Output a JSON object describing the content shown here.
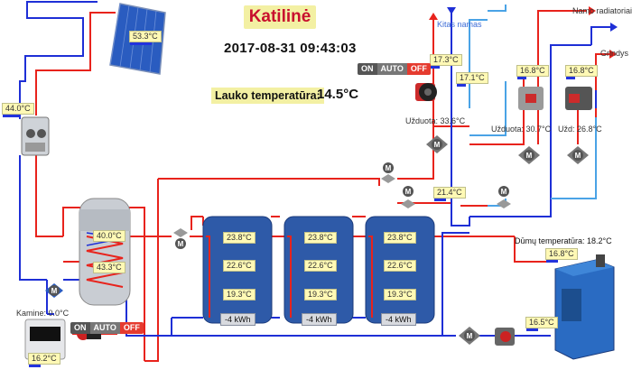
{
  "header": {
    "title": "Katilinė",
    "datetime": "2017-08-31 09:43:03",
    "outside_label": "Lauko temperatūra:",
    "outside_value": "14.5°C"
  },
  "solar": {
    "panel_temp": "53.3°C",
    "return_temp": "44.0°C"
  },
  "circuits": {
    "kitas_namas": {
      "label": "Kitas namas",
      "temp_supply": "17.3°C",
      "temp_return": "17.1°C",
      "setpoint": "Užduota: 33.6°C"
    },
    "radiatoriai": {
      "label": "Namo radiatoriai",
      "temp": "16.8°C",
      "setpoint": "Užduota: 30.7°C"
    },
    "grindys": {
      "label": "Grindys",
      "temp": "16.8°C",
      "setpoint": "Užd: 26.8°C"
    }
  },
  "mixer_temp": "21.4°C",
  "boiler": {
    "top_temp": "40.0°C",
    "bottom_temp": "43.3°C"
  },
  "tanks": [
    {
      "t1": "23.8°C",
      "t2": "22.6°C",
      "t3": "19.3°C",
      "energy": "-4 kWh"
    },
    {
      "t1": "23.8°C",
      "t2": "22.6°C",
      "t3": "19.3°C",
      "energy": "-4 kWh"
    },
    {
      "t1": "23.8°C",
      "t2": "22.6°C",
      "t3": "19.3°C",
      "energy": "-4 kWh"
    }
  ],
  "furnace": {
    "flue_label": "Dūmų temperatūra: 18.2°C",
    "supply_temp": "16.8°C",
    "return_temp": "16.5°C"
  },
  "fireplace": {
    "label": "Kamine: 0.0°C",
    "temp": "16.2°C"
  },
  "switches": {
    "on": "ON",
    "auto": "AUTO",
    "off": "OFF"
  },
  "colors": {
    "hot": "#e8231c",
    "cold": "#1e2fd6",
    "mid": "#4aa3e6",
    "tank": "#2e5aa8",
    "accent": "#fff9b5"
  }
}
